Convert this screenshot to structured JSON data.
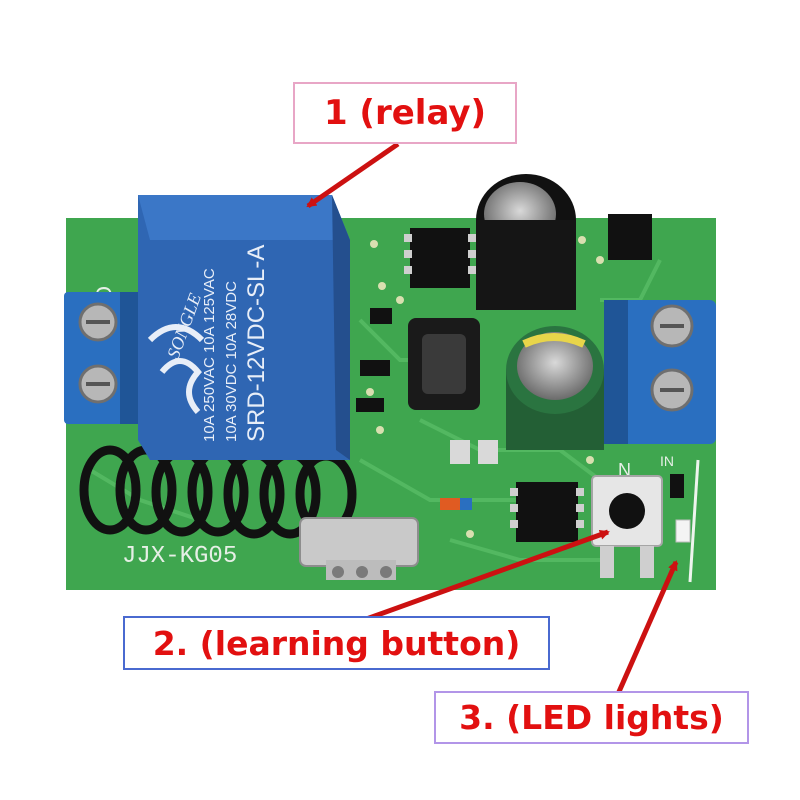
{
  "callouts": {
    "relay": "1 (relay)",
    "learning_button": "2. (learning button)",
    "led_lights": "3. (LED lights)"
  },
  "board": {
    "silkscreen_model": "JJX-KG05",
    "silkscreen_out": "OU",
    "silkscreen_n": "N",
    "silkscreen_in": "IN"
  },
  "relay": {
    "brand": "SONGLE",
    "rating_line1": "10A 250VAC  10A 125VAC",
    "rating_line2": "10A  30VDC  10A  28VDC",
    "model": "SRD-12VDC-SL-A"
  },
  "colors": {
    "pcb": "#3fa64f",
    "relay": "#2f66b3",
    "terminal": "#2a6fc0",
    "callout_text": "#e21010",
    "arrow": "#cc1111"
  }
}
